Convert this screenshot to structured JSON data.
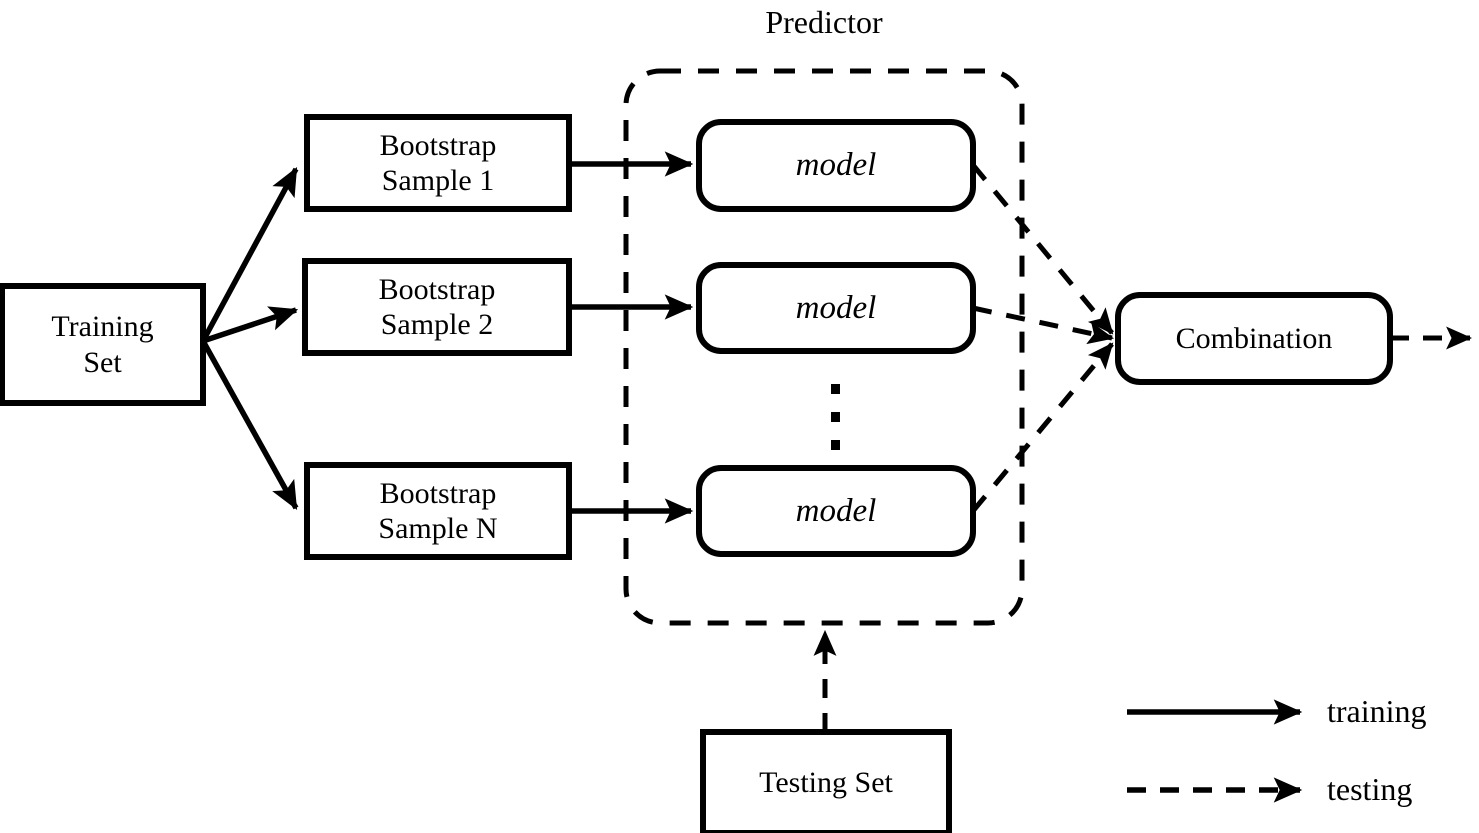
{
  "diagram": {
    "title": "Predictor",
    "stroke_color": "#000000",
    "background_color": "#ffffff",
    "nodes": {
      "training_set": {
        "label": "Training\nSet",
        "shape": "rectangle"
      },
      "bootstrap_1": {
        "label": "Bootstrap\nSample 1",
        "shape": "rectangle"
      },
      "bootstrap_2": {
        "label": "Bootstrap\nSample 2",
        "shape": "rectangle"
      },
      "bootstrap_n": {
        "label": "Bootstrap\nSample N",
        "shape": "rectangle"
      },
      "model_1": {
        "label": "model",
        "shape": "rounded-rectangle"
      },
      "model_2": {
        "label": "model",
        "shape": "rounded-rectangle"
      },
      "model_n": {
        "label": "model",
        "shape": "rounded-rectangle"
      },
      "combination": {
        "label": "Combination",
        "shape": "rounded-rectangle"
      },
      "testing_set": {
        "label": "Testing Set",
        "shape": "rectangle"
      },
      "predictor_container": {
        "label": "Predictor",
        "shape": "dashed-rounded-rectangle"
      },
      "ellipsis": {
        "label": "vertical-ellipsis",
        "dots": 3
      }
    },
    "legend": {
      "items": [
        {
          "style": "solid",
          "label": "training"
        },
        {
          "style": "dashed",
          "label": "testing"
        }
      ]
    },
    "edges": [
      {
        "from": "training_set",
        "to": "bootstrap_1",
        "style": "solid"
      },
      {
        "from": "training_set",
        "to": "bootstrap_2",
        "style": "solid"
      },
      {
        "from": "training_set",
        "to": "bootstrap_n",
        "style": "solid"
      },
      {
        "from": "bootstrap_1",
        "to": "model_1",
        "style": "solid"
      },
      {
        "from": "bootstrap_2",
        "to": "model_2",
        "style": "solid"
      },
      {
        "from": "bootstrap_n",
        "to": "model_n",
        "style": "solid"
      },
      {
        "from": "model_1",
        "to": "combination",
        "style": "dashed"
      },
      {
        "from": "model_2",
        "to": "combination",
        "style": "dashed"
      },
      {
        "from": "model_n",
        "to": "combination",
        "style": "dashed"
      },
      {
        "from": "testing_set",
        "to": "predictor_container",
        "style": "dashed"
      },
      {
        "from": "combination",
        "to": "output",
        "style": "dashed"
      }
    ]
  }
}
